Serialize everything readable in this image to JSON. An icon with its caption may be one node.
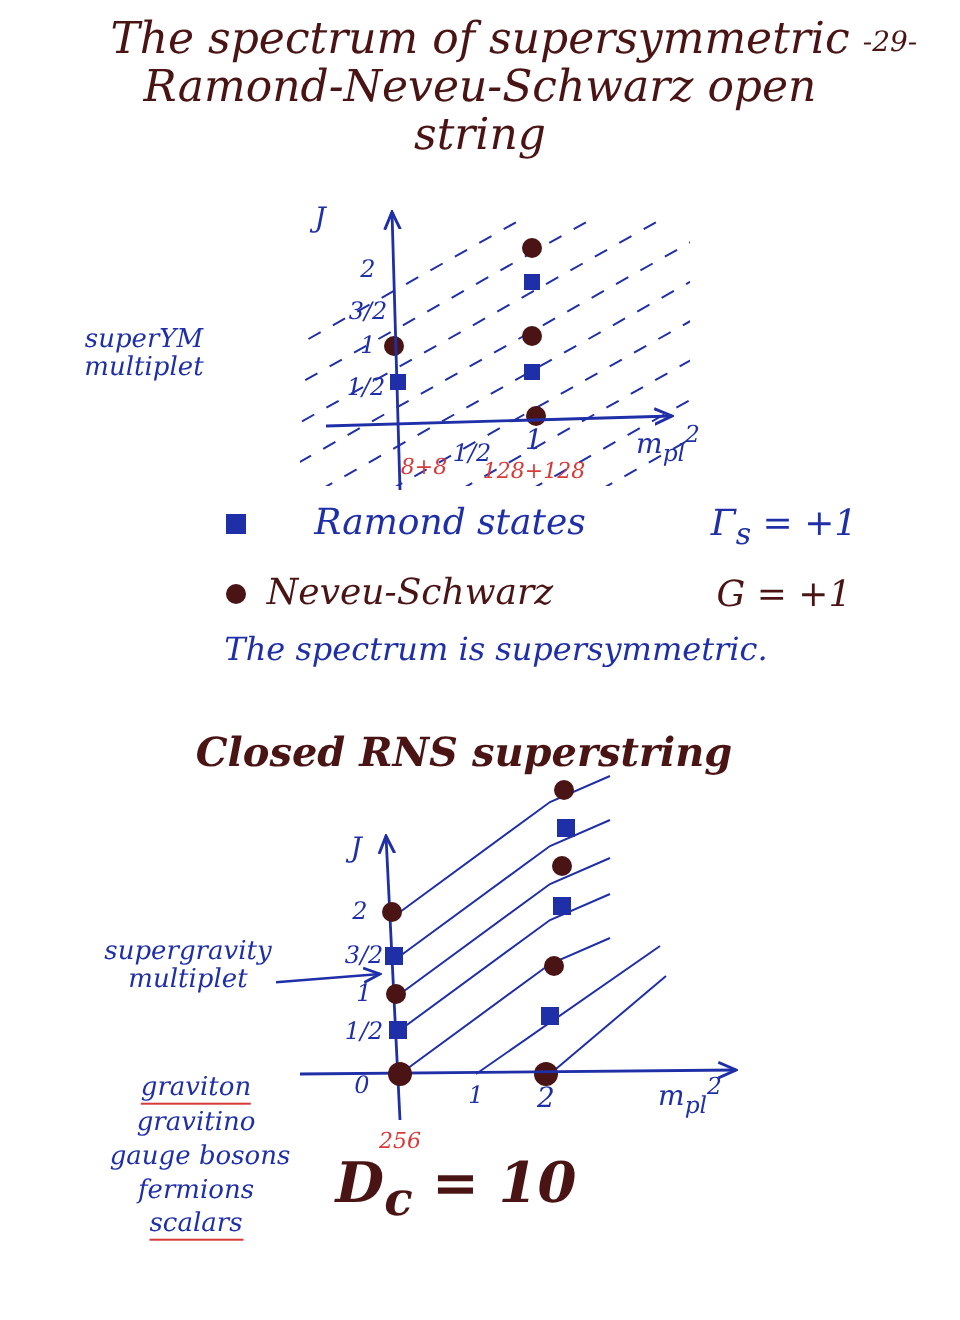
{
  "diagram": {
    "title": "The spectrum of supersymmetric Ramond-Neveu-Schwarz open string",
    "nodes": [
      {
        "text": [
          "supergravity multiplet"
        ]
      },
      {
        "text": [],
        "shape": "picture"
      }
    ],
    "edges": [
      {
        "from": 0,
        "to": 1,
        "arrow": "to"
      }
    ],
    "labels": [
      "-29-",
      "J",
      "2",
      "3/2",
      "1",
      "superYM multiplet",
      "1/2",
      "m$_{pl}$$^{2}$",
      "8+8",
      "1/2",
      "1",
      "128+128",
      "Γ$_{s}$ = +1",
      "G = +1",
      "The spectrum is supersymmetric.",
      "Closed RNS superstring",
      "J",
      "2",
      "3/2",
      "1",
      "1/2",
      "0",
      "1",
      "2",
      "m$_{pl}$$^{2}$",
      "graviton",
      "gravitino",
      "256",
      "gauge bosons",
      "fermions",
      "scalars",
      "D$_{c}$ = 10"
    ],
    "legend": [
      {
        "text": "Ramond states"
      },
      {
        "text": "Neveu-Schwarz"
      }
    ]
  }
}
